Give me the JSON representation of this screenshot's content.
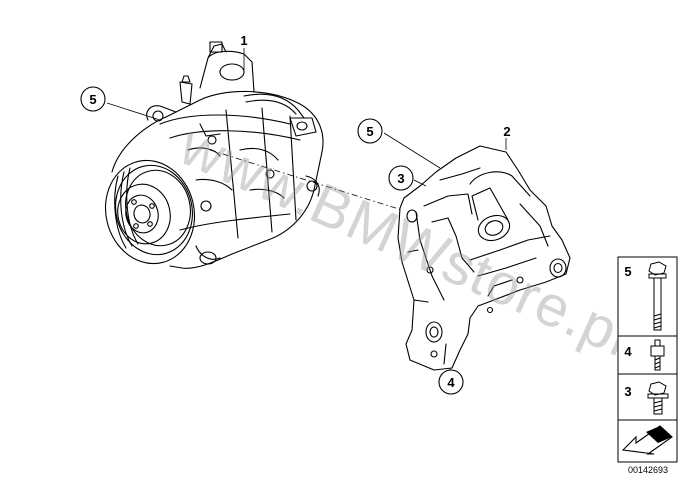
{
  "diagram": {
    "callouts": [
      {
        "id": "c1",
        "label": "1",
        "circled": false
      },
      {
        "id": "c5a",
        "label": "5",
        "circled": true
      },
      {
        "id": "c5b",
        "label": "5",
        "circled": true
      },
      {
        "id": "c2",
        "label": "2",
        "circled": false
      },
      {
        "id": "c3",
        "label": "3",
        "circled": true
      },
      {
        "id": "c4",
        "label": "4",
        "circled": true
      }
    ],
    "parts_legend": [
      {
        "number": "5",
        "part": "long-bolt"
      },
      {
        "number": "4",
        "part": "short-stud-bolt"
      },
      {
        "number": "3",
        "part": "flange-bolt"
      }
    ],
    "diagram_id": "00142693",
    "watermark": "www.BMWstore.pl",
    "icons": [
      "compressor-drawing",
      "bracket-drawing",
      "bolt-icon",
      "arrow-icon"
    ]
  }
}
